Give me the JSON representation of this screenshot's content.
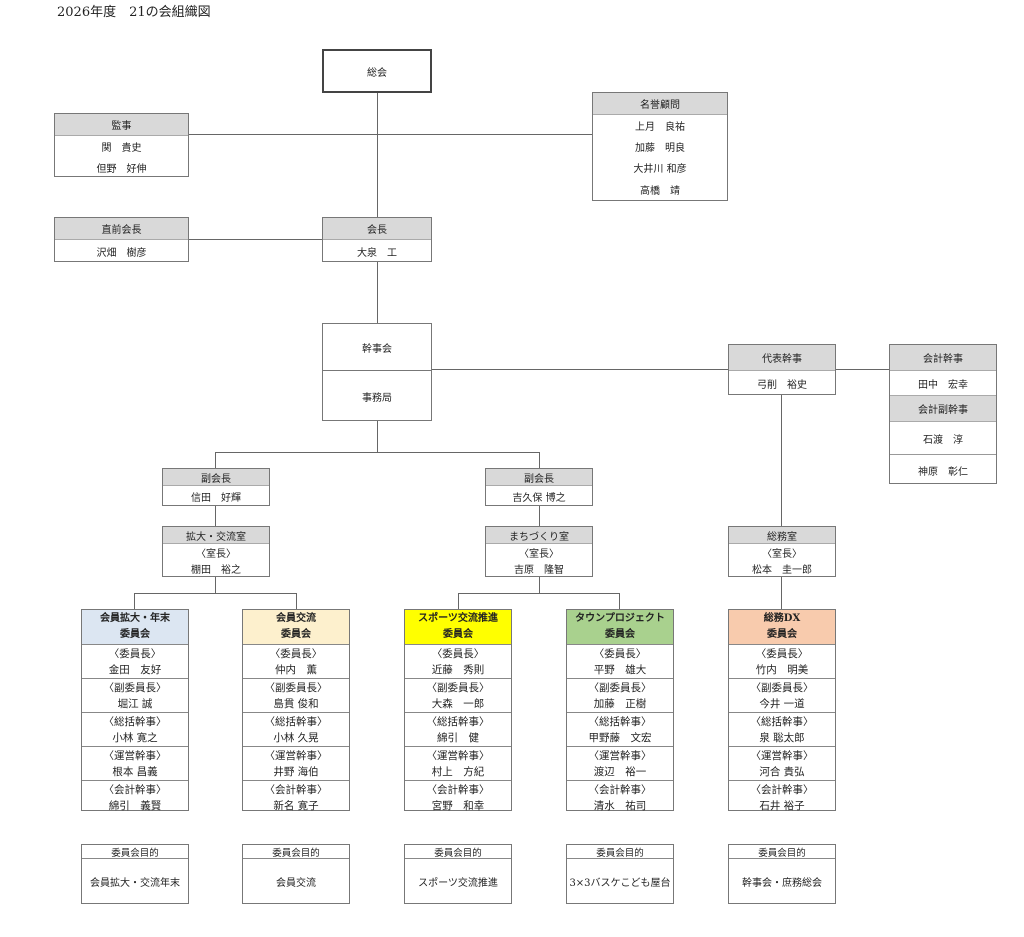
{
  "title": "2026年度　21の会組織図",
  "soukai": "総会",
  "kanji": {
    "title": "監事",
    "members": [
      "関　貴史",
      "但野　好伸"
    ]
  },
  "meiyo": {
    "title": "名誉顧問",
    "members": [
      "上月　良祐",
      "加藤　明良",
      "大井川 和彦",
      "高橋　靖"
    ]
  },
  "chokuzen": {
    "title": "直前会長",
    "members": [
      "沢畑　樹彦"
    ]
  },
  "kaicho": {
    "title": "会長",
    "members": [
      "大泉　工"
    ]
  },
  "kanjikai": {
    "top": "幹事会",
    "bottom": "事務局"
  },
  "daihyo": {
    "title": "代表幹事",
    "members": [
      "弓削　裕史"
    ]
  },
  "kaikei": {
    "title": "会計幹事",
    "members": [
      "田中　宏幸"
    ],
    "sub_title": "会計副幹事",
    "sub_members": [
      "石渡　淳",
      "神原　彰仁"
    ]
  },
  "fuku": [
    {
      "title": "副会長",
      "members": [
        "信田　好輝"
      ]
    },
    {
      "title": "副会長",
      "members": [
        "吉久保 博之"
      ]
    }
  ],
  "rooms": [
    {
      "title": "拡大・交流室",
      "role": "〈室長〉",
      "name": "棚田　裕之"
    },
    {
      "title": "まちづくり室",
      "role": "〈室長〉",
      "name": "吉原　隆智"
    },
    {
      "title": "総務室",
      "role": "〈室長〉",
      "name": "松本　圭一郎"
    }
  ],
  "committees": [
    {
      "name1": "会員拡大・年末",
      "name2": "委員会",
      "color": "#dce6f2",
      "roles": [
        [
          "〈委員長〉",
          "金田　友好"
        ],
        [
          "〈副委員長〉",
          "堀江 誠"
        ],
        [
          "〈総括幹事〉",
          "小林 寛之"
        ],
        [
          "〈運営幹事〉",
          "根本 昌義"
        ],
        [
          "〈会計幹事〉",
          "綿引　義賢"
        ]
      ],
      "purpose_label": "委員会目的",
      "purpose": "会員拡大・交流年末"
    },
    {
      "name1": "会員交流",
      "name2": "委員会",
      "color": "#fdf0cd",
      "roles": [
        [
          "〈委員長〉",
          "仲内　薫"
        ],
        [
          "〈副委員長〉",
          "島貫 俊和"
        ],
        [
          "〈総括幹事〉",
          "小林 久晃"
        ],
        [
          "〈運営幹事〉",
          "井野 海伯"
        ],
        [
          "〈会計幹事〉",
          "新名 寛子"
        ]
      ],
      "purpose_label": "委員会目的",
      "purpose": "会員交流"
    },
    {
      "name1": "スポーツ交流推進",
      "name2": "委員会",
      "color": "#ffff00",
      "roles": [
        [
          "〈委員長〉",
          "近藤　秀則"
        ],
        [
          "〈副委員長〉",
          "大森　一郎"
        ],
        [
          "〈総括幹事〉",
          "綿引　健"
        ],
        [
          "〈運営幹事〉",
          "村上　方紀"
        ],
        [
          "〈会計幹事〉",
          "宮野　和幸"
        ]
      ],
      "purpose_label": "委員会目的",
      "purpose": "スポーツ交流推進"
    },
    {
      "name1": "タウンプロジェクト",
      "name2": "委員会",
      "color": "#a9d18e",
      "roles": [
        [
          "〈委員長〉",
          "平野　雄大"
        ],
        [
          "〈副委員長〉",
          "加藤　正樹"
        ],
        [
          "〈総括幹事〉",
          "甲野藤　文宏"
        ],
        [
          "〈運営幹事〉",
          "渡辺　裕一"
        ],
        [
          "〈会計幹事〉",
          "清水　祐司"
        ]
      ],
      "purpose_label": "委員会目的",
      "purpose": "3×3バスケこども屋台"
    },
    {
      "name1": "総務DX",
      "name2": "委員会",
      "color": "#f8cbad",
      "roles": [
        [
          "〈委員長〉",
          "竹内　明美"
        ],
        [
          "〈副委員長〉",
          "今井 一道"
        ],
        [
          "〈総括幹事〉",
          "泉 聡太郎"
        ],
        [
          "〈運営幹事〉",
          "河合 貴弘"
        ],
        [
          "〈会計幹事〉",
          "石井 裕子"
        ]
      ],
      "purpose_label": "委員会目的",
      "purpose": "幹事会・庶務総会"
    }
  ]
}
